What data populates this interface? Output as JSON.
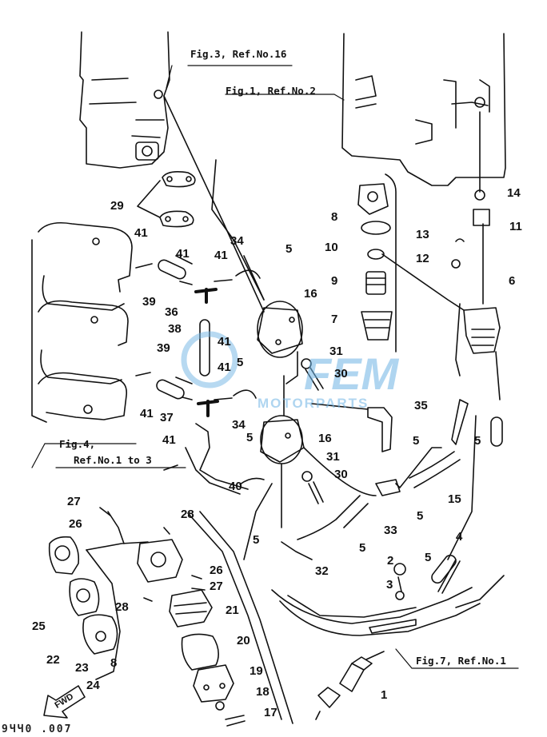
{
  "references": {
    "fig3": "Fig.3, Ref.No.16",
    "fig1": "Fig.1, Ref.No.2",
    "fig4_line1": "Fig.4,",
    "fig4_line2": "Ref.No.1 to 3",
    "fig7": "Fig.7, Ref.No.1"
  },
  "watermark": {
    "main": "FEM",
    "sub": "MOTORPARTS",
    "color": "#6fb4e4"
  },
  "forward_label": "FWD",
  "drawing_code": "9ЧЧ0 .007",
  "callouts": {
    "n29": "29",
    "n41a": "41",
    "n41b": "41",
    "n41c": "41",
    "n41d": "41",
    "n41e": "41",
    "n41f": "41",
    "n41g": "41",
    "n34a": "34",
    "n34b": "34",
    "n5a": "5",
    "n5b": "5",
    "n5c": "5",
    "n5d": "5",
    "n5e": "5",
    "n5f": "5",
    "n5g": "5",
    "n5h": "5",
    "n5i": "5",
    "n39a": "39",
    "n39b": "39",
    "n36": "36",
    "n38": "38",
    "n37": "37",
    "n40": "40",
    "n16a": "16",
    "n16b": "16",
    "n31a": "31",
    "n31b": "31",
    "n30a": "30",
    "n30b": "30",
    "n8": "8",
    "n10": "10",
    "n9": "9",
    "n7": "7",
    "n14": "14",
    "n11": "11",
    "n13": "13",
    "n12": "12",
    "n6": "6",
    "n35": "35",
    "n15": "15",
    "n33": "33",
    "n4": "4",
    "n2": "2",
    "n3": "3",
    "n32": "32",
    "n1": "1",
    "n27a": "27",
    "n27b": "27",
    "n26a": "26",
    "n26b": "26",
    "n28a": "28",
    "n28b": "28",
    "n25": "25",
    "n22": "22",
    "n23": "23",
    "n8b": "8",
    "n24": "24",
    "n21": "21",
    "n20": "20",
    "n19": "19",
    "n18": "18",
    "n17": "17"
  }
}
